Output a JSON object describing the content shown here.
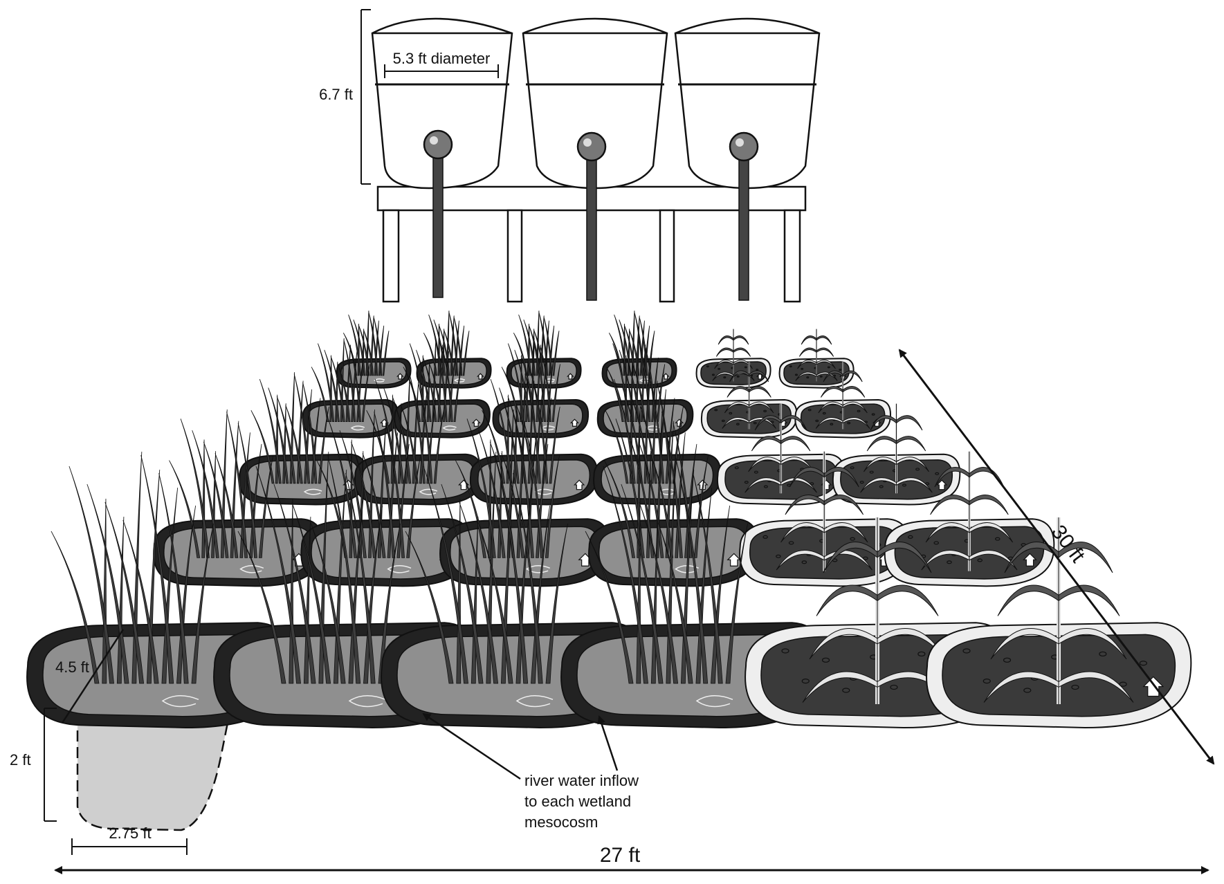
{
  "tanks": {
    "diameter_label": "5.3 ft diameter",
    "height_label": "6.7 ft",
    "count": 3
  },
  "mesocosm": {
    "length_label": "4.5 ft",
    "depth_label": "2 ft",
    "width_label": "2.75 ft"
  },
  "field": {
    "width_label": "27 ft",
    "length_label": "30 ft",
    "rows": 5,
    "wetland_columns": 4,
    "crop_columns": 2
  },
  "inflow_annotation": {
    "line1": "river water inflow",
    "line2": "to each wetland",
    "line3": "mesocosm"
  },
  "colors": {
    "ink": "#1a1a1a",
    "water": "#8f8f8f",
    "soil": "#3a3a3a",
    "tank_body": "#ffffff",
    "mesocosm_side": "#cfcfcf",
    "grass": "#3d3d3d",
    "crop_leaf": "#e6e6e6"
  }
}
